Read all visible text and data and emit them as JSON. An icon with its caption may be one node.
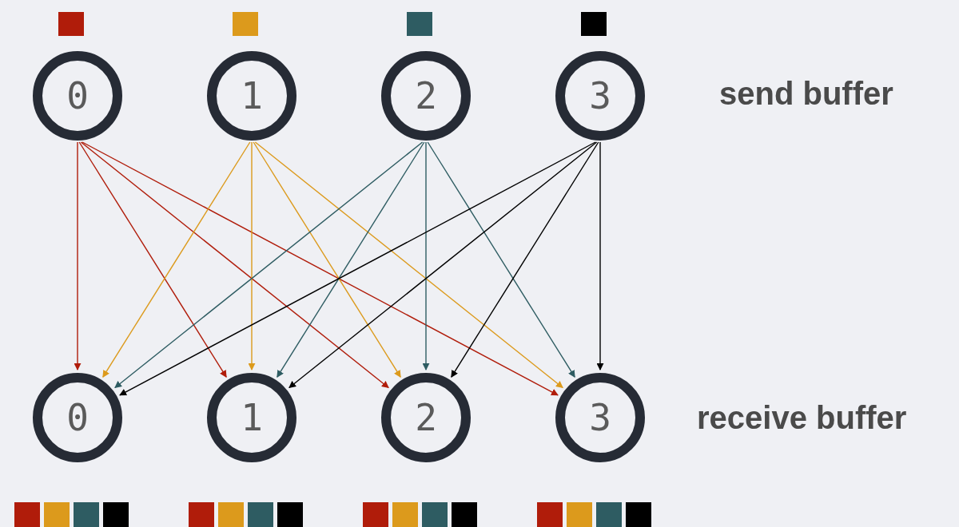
{
  "diagram": {
    "nodes": [
      {
        "text": [
          "0"
        ]
      },
      {
        "text": [
          "1"
        ]
      },
      {
        "text": [
          "2"
        ]
      },
      {
        "text": [
          "3"
        ]
      },
      {
        "text": [
          "0"
        ]
      },
      {
        "text": [
          "1"
        ]
      },
      {
        "text": [
          "2"
        ]
      },
      {
        "text": [
          "3"
        ]
      }
    ],
    "edges": [
      {
        "from": 0,
        "to": 4,
        "arrow": "to",
        "color": "#b01c0a"
      },
      {
        "from": 0,
        "to": 5,
        "arrow": "to",
        "color": "#b01c0a"
      },
      {
        "from": 0,
        "to": 6,
        "arrow": "to",
        "color": "#b01c0a"
      },
      {
        "from": 0,
        "to": 7,
        "arrow": "to",
        "color": "#b01c0a"
      },
      {
        "from": 1,
        "to": 4,
        "arrow": "to",
        "color": "#dc9a1c"
      },
      {
        "from": 1,
        "to": 5,
        "arrow": "to",
        "color": "#dc9a1c"
      },
      {
        "from": 1,
        "to": 6,
        "arrow": "to",
        "color": "#dc9a1c"
      },
      {
        "from": 1,
        "to": 7,
        "arrow": "to",
        "color": "#dc9a1c"
      },
      {
        "from": 2,
        "to": 4,
        "arrow": "to",
        "color": "#2e5c62"
      },
      {
        "from": 2,
        "to": 5,
        "arrow": "to",
        "color": "#2e5c62"
      },
      {
        "from": 2,
        "to": 6,
        "arrow": "to",
        "color": "#2e5c62"
      },
      {
        "from": 2,
        "to": 7,
        "arrow": "to",
        "color": "#2e5c62"
      },
      {
        "from": 3,
        "to": 4,
        "arrow": "to",
        "color": "#000000"
      },
      {
        "from": 3,
        "to": 5,
        "arrow": "to",
        "color": "#000000"
      },
      {
        "from": 3,
        "to": 6,
        "arrow": "to",
        "color": "#000000"
      },
      {
        "from": 3,
        "to": 7,
        "arrow": "to",
        "color": "#000000"
      }
    ],
    "labels": [
      "send buffer",
      "receive buffer"
    ]
  }
}
